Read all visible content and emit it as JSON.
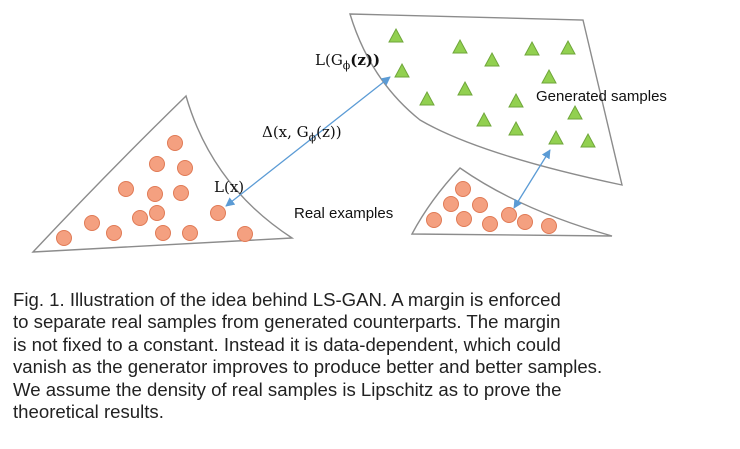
{
  "labels": {
    "L_G": "L(G",
    "L_G_sub": "ϕ",
    "L_G_arg": "(z))",
    "delta": "Δ(x, G",
    "delta_sub": "ϕ",
    "delta_arg": "(z))",
    "L_x": "L(x)",
    "generated": "Generated samples",
    "real": "Real examples"
  },
  "colors": {
    "circle_fill": "#f4a080",
    "circle_stroke": "#e07a55",
    "triangle_fill": "#92d050",
    "triangle_stroke": "#6fa63a",
    "arrow": "#5b9bd5",
    "outline": "#8c8c8c"
  },
  "caption": {
    "lines": [
      "Fig. 1. Illustration of the idea behind LS-GAN. A margin is enforced",
      "to separate real samples from generated counterparts. The margin",
      "is not fixed to a constant. Instead it is data-dependent, which could",
      "vanish as the generator improves to produce better and better samples.",
      "We assume the density of real samples is Lipschitz as to prove the",
      "theoretical results."
    ]
  }
}
